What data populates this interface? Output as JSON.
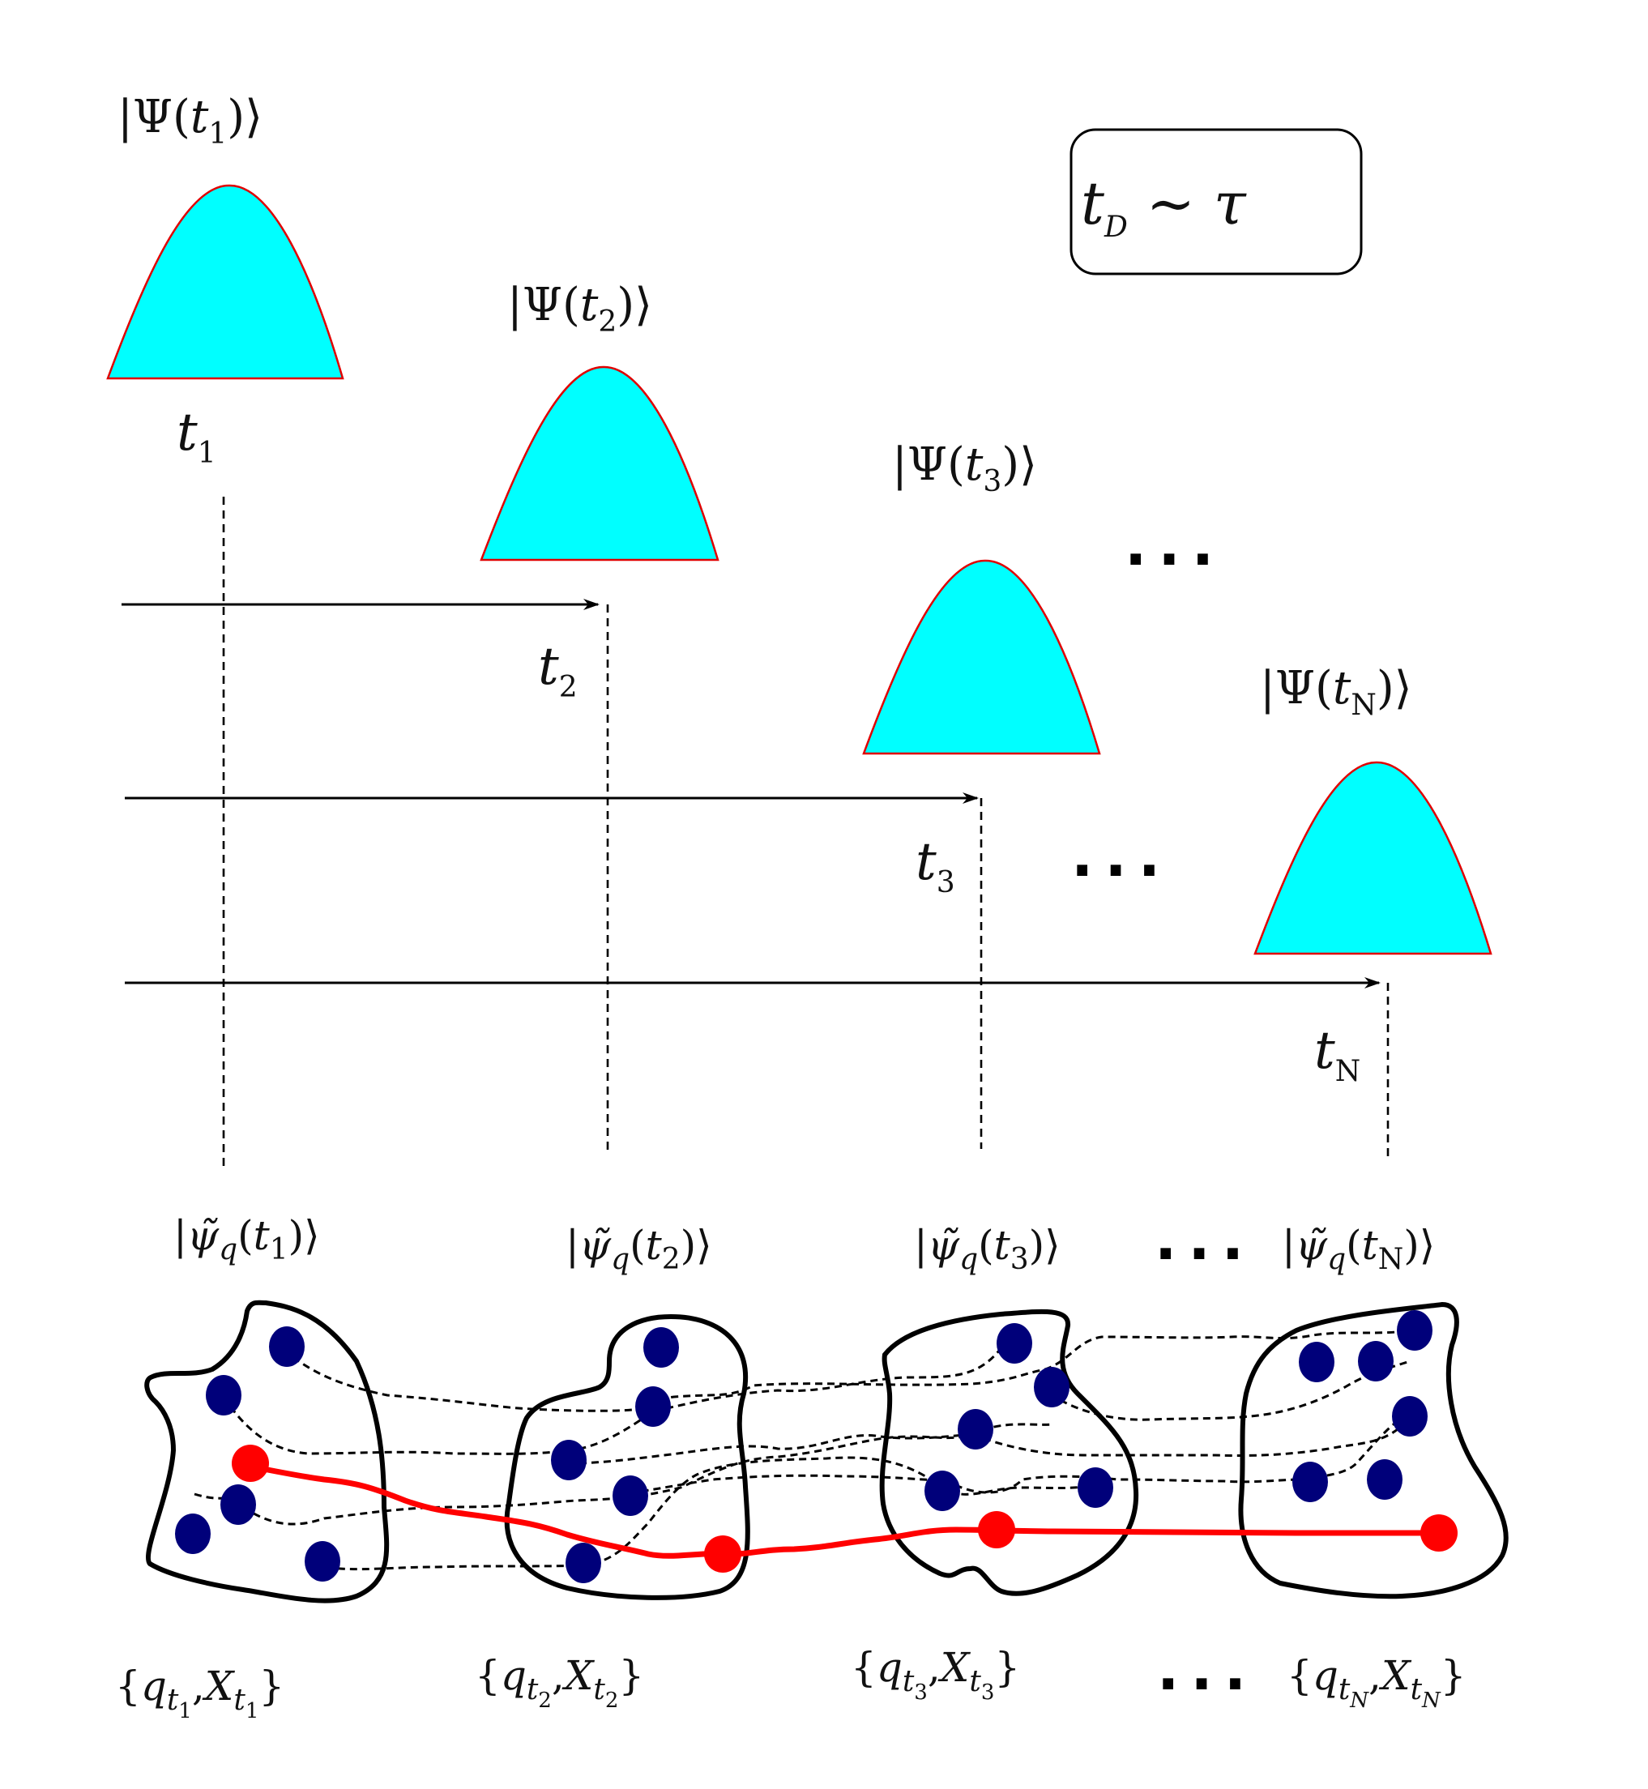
{
  "time_labels": {
    "t1": {
      "base": "t",
      "sub": "1"
    },
    "t2": {
      "base": "t",
      "sub": "2"
    },
    "t3": {
      "base": "t",
      "sub": "3"
    },
    "tN": {
      "base": "t",
      "sub": "N"
    }
  },
  "psi_kets": {
    "t1": {
      "prefix": "|Ψ(",
      "t": "t",
      "sub": "1",
      "suffix": ")⟩"
    },
    "t2": {
      "prefix": "|Ψ(",
      "t": "t",
      "sub": "2",
      "suffix": ")⟩"
    },
    "t3": {
      "prefix": "|Ψ(",
      "t": "t",
      "sub": "3",
      "suffix": ")⟩"
    },
    "tN": {
      "prefix": "|Ψ(",
      "t": "t",
      "sub": "N",
      "suffix": ")⟩"
    }
  },
  "psi_q_kets": {
    "t1": {
      "prefix": "|",
      "psi": "ψ̃",
      "q": "q",
      "open": "(",
      "t": "t",
      "sub": "1",
      "suffix": ")⟩"
    },
    "t2": {
      "prefix": "|",
      "psi": "ψ̃",
      "q": "q",
      "open": "(",
      "t": "t",
      "sub": "2",
      "suffix": ")⟩"
    },
    "t3": {
      "prefix": "|",
      "psi": "ψ̃",
      "q": "q",
      "open": "(",
      "t": "t",
      "sub": "3",
      "suffix": ")⟩"
    },
    "tN": {
      "prefix": "|",
      "psi": "ψ̃",
      "q": "q",
      "open": "(",
      "t": "t",
      "sub": "N",
      "suffix": ")⟩"
    }
  },
  "configuration_sets": {
    "t1": {
      "open": "{",
      "q": "q",
      "X": "X",
      "t": "t",
      "sub": "1",
      "comma": ",",
      "close": "}"
    },
    "t2": {
      "open": "{",
      "q": "q",
      "X": "X",
      "t": "t",
      "sub": "2",
      "comma": ",",
      "close": "}"
    },
    "t3": {
      "open": "{",
      "q": "q",
      "X": "X",
      "t": "t",
      "sub": "3",
      "comma": ",",
      "close": "}"
    },
    "tN": {
      "open": "{",
      "q": "q",
      "X": "X",
      "t": "t",
      "sub": "N",
      "comma": ",",
      "close": "}"
    }
  },
  "relation_box": {
    "t": "t",
    "sub": "D",
    "relation": " ∼ ",
    "tau": "τ"
  },
  "ellipsis": "...",
  "colors": {
    "wave_packet_fill": "#00ffff",
    "wave_packet_edge": "#e00000",
    "particle": "#00007a",
    "selected_trajectory": "#ff0000",
    "ink": "#000000"
  }
}
